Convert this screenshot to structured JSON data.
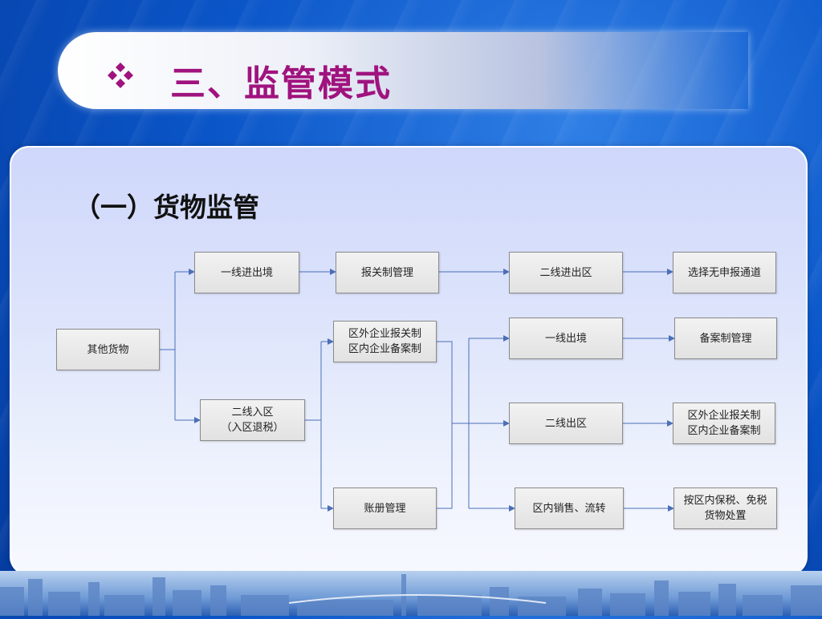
{
  "slide": {
    "title": "三、监管模式",
    "section": "（一）货物监管"
  },
  "colors": {
    "title": "#a0137e",
    "bullet": "#a0137e",
    "arrow": "#4a6fb8"
  },
  "nodes": {
    "other_goods": "其他货物",
    "line1_in": "一线进出境",
    "customs_mgmt": "报关制管理",
    "line2_in_zone": "二线进出区",
    "choose_no_declare": "选择无申报通道",
    "line2_enter": "二线入区\n（入区退税）",
    "outside_inside": "区外企业报关制\n区内企业备案制",
    "ledger_mgmt": "账册管理",
    "line1_out": "一线出境",
    "record_mgmt": "备案制管理",
    "line2_out": "二线出区",
    "outside_inside_2": "区外企业报关制\n区内企业备案制",
    "zone_sales": "区内销售、流转",
    "bonded_disposal": "按区内保税、免税\n货物处置"
  }
}
